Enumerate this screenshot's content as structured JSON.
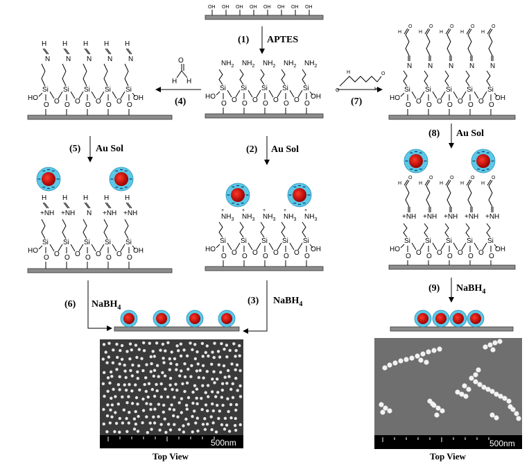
{
  "steps": {
    "s1": "(1)",
    "s1_reagent": "APTES",
    "s2": "(2)",
    "s2_reagent": "Au Sol",
    "s3": "(3)",
    "s3_reagent": "NaBH",
    "s4": "(4)",
    "s5": "(5)",
    "s5_reagent": "Au Sol",
    "s6": "(6)",
    "s6_reagent": "NaBH",
    "s7": "(7)",
    "s8": "(8)",
    "s8_reagent": "Au Sol",
    "s9": "(9)",
    "s9_reagent": "NaBH"
  },
  "subscript_4": "4",
  "chem": {
    "oh": "OH",
    "ho": "HO",
    "si": "Si",
    "o": "O",
    "n": "N",
    "h": "H",
    "nh2": "NH",
    "nh3": "NH",
    "nh": "NH",
    "plus": "+",
    "sub2": "2",
    "sub3": "3",
    "minus": "-"
  },
  "sem": {
    "scale_left": "500nm",
    "scale_right": "500nm",
    "caption_left": "Top View",
    "caption_right": "Top View"
  },
  "colors": {
    "shell": "#5bc8e8",
    "core": "#d40000",
    "substrate": "#8c8c8c"
  }
}
